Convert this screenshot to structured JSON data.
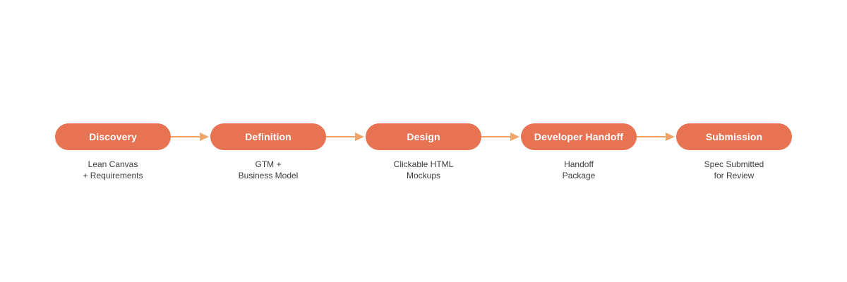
{
  "colors": {
    "stage_fill": "#e87352",
    "stage_text": "#ffffff",
    "arrow": "#f0a468",
    "caption_text": "#3d3d3d"
  },
  "stages": [
    {
      "label": "Discovery",
      "caption": [
        "Lean Canvas",
        "+ Requirements"
      ]
    },
    {
      "label": "Definition",
      "caption": [
        "GTM +",
        "Business Model"
      ]
    },
    {
      "label": "Design",
      "caption": [
        "Clickable HTML",
        "Mockups"
      ]
    },
    {
      "label": "Developer Handoff",
      "caption": [
        "Handoff",
        "Package"
      ]
    },
    {
      "label": "Submission",
      "caption": [
        "Spec Submitted",
        "for Review"
      ]
    }
  ]
}
